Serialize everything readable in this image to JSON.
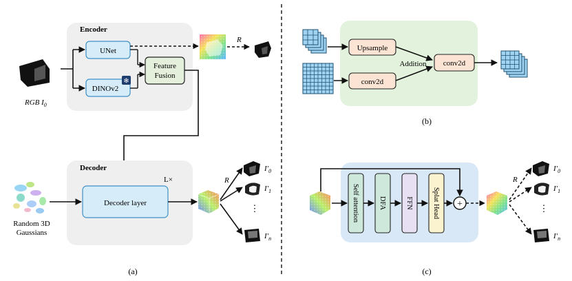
{
  "panel_a": {
    "encoder_title": "Encoder",
    "decoder_title": "Decoder",
    "unet": "UNet",
    "dinov2": "DINOv2",
    "feature_fusion_line1": "Feature",
    "feature_fusion_line2": "Fusion",
    "decoder_layer": "Decoder layer",
    "layer_repeat": "L×",
    "r_label_top": "R",
    "r_label_bottom": "R",
    "rgb_label": "RGB I",
    "rgb_sub": "0",
    "gaussians_line1": "Random 3D",
    "gaussians_line2": "Gaussians",
    "out0": "I′",
    "out0_sub": "0",
    "out1": "I′",
    "out1_sub": "1",
    "outn": "I′",
    "outn_sub": "n",
    "dots": "⋮",
    "caption": "(a)"
  },
  "panel_b": {
    "upsample": "Upsample",
    "conv2d_left": "conv2d",
    "conv2d_right": "conv2d",
    "addition": "Addition",
    "caption": "(b)"
  },
  "panel_c": {
    "self_attention": "Self attention",
    "dfa": "DFA",
    "ffn": "FFN",
    "splat_head": "Splat Head",
    "plus": "+",
    "r_label": "R",
    "out0": "I′",
    "out0_sub": "0",
    "out1": "I′",
    "out1_sub": "1",
    "outn": "I′",
    "outn_sub": "n",
    "dots": "⋮",
    "caption": "(c)"
  },
  "colors": {
    "encoder_bg": "#efefef",
    "decoder_bg": "#efefef",
    "blue_box": "#d6ecf8",
    "blue_stroke": "#3d8fc7",
    "fusion_box": "#e4f0dc",
    "green_panel": "#e3f2dc",
    "peach_box": "#fbe4d3",
    "blue_panel": "#d8e8f6",
    "teal_box": "#cfe8dc",
    "lavender_box": "#e6e0f2",
    "yellow_box": "#fbf3cf",
    "grid_cell": "#9fd3ef"
  }
}
